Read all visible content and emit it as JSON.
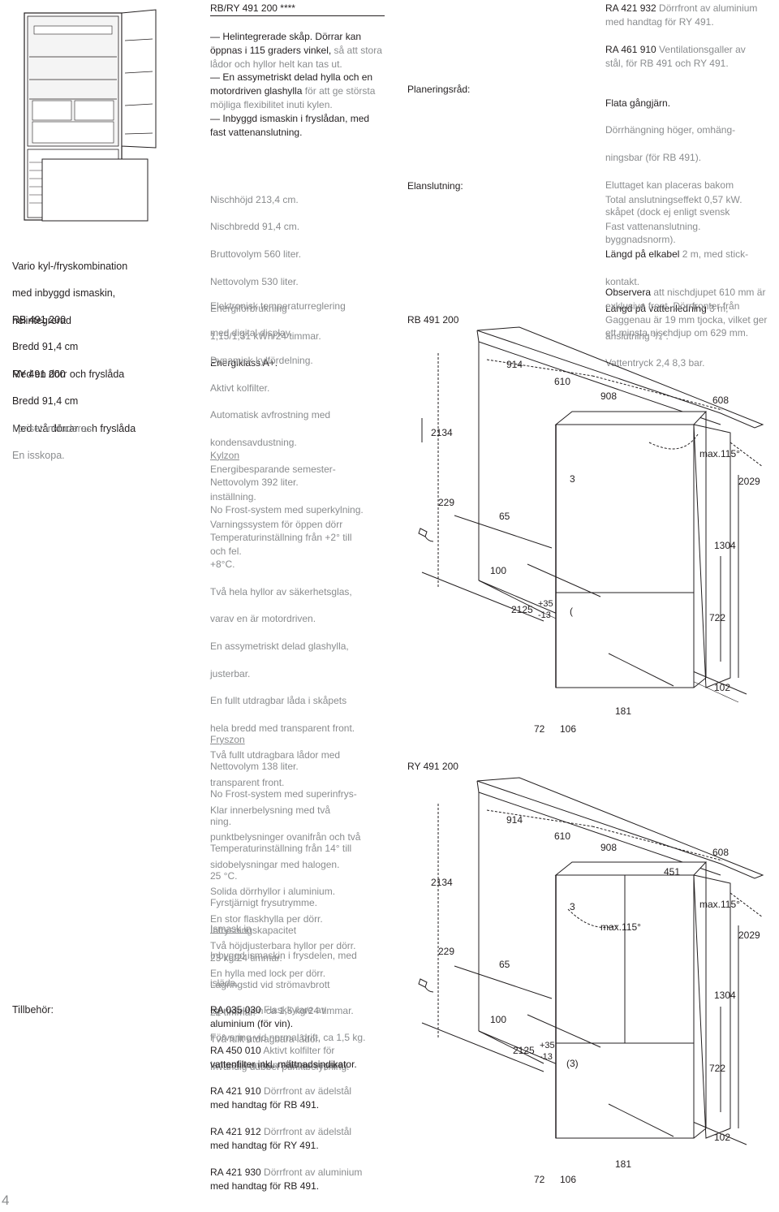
{
  "left": {
    "product_title": [
      "Vario kyl-/fryskombination",
      "med inbyggd ismaskin,",
      "helintegrerad"
    ],
    "rb_block": [
      "RB 491 200",
      "Bredd 91,4 cm",
      "Med en dörr och fryslåda"
    ],
    "ry_block": [
      "RY 491 200",
      "Bredd 91,4 cm",
      "Med två dörrar och fryslåda"
    ],
    "included": [
      "I priset inkluderas:",
      "En isskopa."
    ],
    "accessories_label": "Tillbehör:",
    "page_number": "4"
  },
  "middle": {
    "header": "RB/RY 491 200 ****",
    "features": [
      {
        "b": "Helintegrerade skåp. Dörrar kan öppnas i 115 graders vinkel,",
        "g": " så att stora lådor och hyllor helt kan tas ut."
      },
      {
        "b": "En assymetriskt delad hylla och en motordriven glashylla",
        "g": " för att ge största möjliga flexibilitet inuti kylen."
      },
      {
        "b": "Inbyggd ismaskin i fryslådan, med fast vattenanslutning.",
        "g": ""
      }
    ],
    "specs": [
      "Nischhöjd 213,4 cm.",
      "Nischbredd 91,4 cm.",
      "Bruttovolym 560 liter.",
      "Nettovolym 530 liter.",
      "Energiförbrukning",
      "1,15/1,31 kWh/24 timmar."
    ],
    "energy_class": "Energiklass A+.",
    "electronics": [
      "Elektronisk temperaturreglering",
      "med digital display.",
      "Dynamisk kylfördelning.",
      "Aktivt kolfilter.",
      "Automatisk avfrostning med",
      "kondensavdustning.",
      "Energibesparande semester-",
      "inställning.",
      "Varningssystem för öppen dörr",
      "och fel."
    ],
    "kylzon_title": "Kylzon",
    "kylzon": [
      "Nettovolym 392 liter.",
      "No Frost-system med superkylning.",
      "Temperaturinställning från +2° till",
      "+8°C.",
      "Två hela hyllor av säkerhetsglas,",
      "varav en är motordriven.",
      "En assymetriskt delad glashylla,",
      "justerbar.",
      "En fullt utdragbar låda i skåpets",
      "hela bredd med transparent front.",
      "Två fullt utdragbara lådor med",
      "transparent front.",
      "Klar innerbelysning med två",
      "punktbelysninger ovanifrån och två",
      "sidobelysningar med halogen.",
      "Solida dörrhyllor i aluminium.",
      "En stor flaskhylla per dörr.",
      "Två höjdjusterbara hyllor per dörr.",
      "En hylla med lock per dörr."
    ],
    "fryszon_title": "Fryszon",
    "fryszon": [
      "Nettovolym 138 liter.",
      "No Frost-system med superinfrys-",
      "ning.",
      "Temperaturinställning från 14° till",
      "25 °C.",
      "Fyrstjärnigt frysutrymme.",
      "Infrysningskapacitet",
      "23 kg/24 timmar.",
      "Lagringstid vid strömavbrott",
      "22 timmar.",
      "Två fullt utdragbara lådor.",
      "Invändig dubbel punktbelysning."
    ],
    "ismask_title": "Ismask in",
    "ismask": [
      "Inbyggd ismaskin i frysdelen, med",
      "isläda.",
      "Isproduktion ca 1,5 kg/24 timmar.",
      "Förvaring vid normal drift, ca 1,5 kg.",
      "Ismaskinen kan slås av separat."
    ],
    "accessories": [
      {
        "code": "RA 035 030",
        "text1": " Flaskkylare av",
        "text2": "aluminium (för vin)."
      },
      {
        "code": "RA 450 010",
        "text1": " Aktivt kolfilter för",
        "text2": "vattenfilter inkl. mättnadsindikator."
      },
      {
        "code": "RA 421 910",
        "text1": " Dörrfront av ädelstål",
        "text2": "med handtag för RB 491."
      },
      {
        "code": "RA 421 912",
        "text1": " Dörrfront av ädelstål",
        "text2": "med handtag för RY 491."
      },
      {
        "code": "RA 421 930",
        "text1": " Dörrfront av aluminium",
        "text2": "med handtag för RB 491."
      }
    ]
  },
  "right": {
    "acc_top": [
      {
        "code": "RA 421 932",
        "text1": " Dörrfront av aluminium",
        "text2": "med handtag för RY 491."
      },
      {
        "code": "RA 461 910",
        "text1": " Ventilationsgaller av",
        "text2": "stål, för RB 491 och RY 491."
      }
    ],
    "planning_label": "Planeringsråd:",
    "planning": [
      {
        "t": "Flata gångjärn.",
        "c": "b"
      },
      {
        "t": "Dörrhängning höger, omhäng-",
        "c": "g"
      },
      {
        "t": "ningsbar (för RB 491).",
        "c": "g"
      },
      {
        "t": "Eluttaget kan placeras bakom",
        "c": "g"
      },
      {
        "t": "skåpet (dock ej enligt svensk",
        "c": "g"
      },
      {
        "t": "byggnadsnorm).",
        "c": "g"
      }
    ],
    "electric_label": "Elanslutning:",
    "electric": [
      {
        "t": "Total anslutningseffekt 0,57 kW.",
        "c": "g"
      },
      {
        "t": "Fast vattenanslutning.",
        "c": "g"
      },
      {
        "t": "Längd på elkabel",
        "c": "b",
        "t2": " 2 m, med stick-"
      },
      {
        "t": "kontakt.",
        "c": "g"
      },
      {
        "t": "Längd på vattenledning",
        "c": "b",
        "t2": " 3 m,"
      },
      {
        "t": "anslutning ³/₄\".",
        "c": "g"
      },
      {
        "t": "Vattentryck 2,4 8,3 bar.",
        "c": "g"
      }
    ],
    "observe": {
      "b": "Observera",
      "g": " att nischdjupet 610 mm är exklusive front. Dörrfronter från Gaggenau är 19 mm tjocka, vilket ger ett minsta nischdjup om 629 mm."
    },
    "diagram_rb": {
      "label": "RB 491 200",
      "dims": {
        "d914": "914",
        "d610": "610",
        "d908": "908",
        "d608": "608",
        "d2134": "2134",
        "max": "max.115°",
        "d3": "3",
        "d2029": "2029",
        "d229": "229",
        "d65": "65",
        "d1304": "1304",
        "d100": "100",
        "d2125": "2125",
        "p35": "+35",
        "m13": "-13",
        "paren": "(",
        "d722": "722",
        "d102": "102",
        "d181": "181",
        "d72": "72",
        "d106": "106"
      }
    },
    "diagram_ry": {
      "label": "RY 491 200",
      "dims": {
        "d914": "914",
        "d610": "610",
        "d908": "908",
        "d608": "608",
        "d451": "451",
        "d2134": "2134",
        "d3": "3",
        "max1": "max.115°",
        "max2": "max.115°",
        "d2029": "2029",
        "d229": "229",
        "d65": "65",
        "d1304": "1304",
        "d100": "100",
        "d2125": "2125",
        "p35": "+35",
        "m13": "-13",
        "paren3": "(3)",
        "d722": "722",
        "d102": "102",
        "d181": "181",
        "d72": "72",
        "d106": "106"
      }
    }
  }
}
